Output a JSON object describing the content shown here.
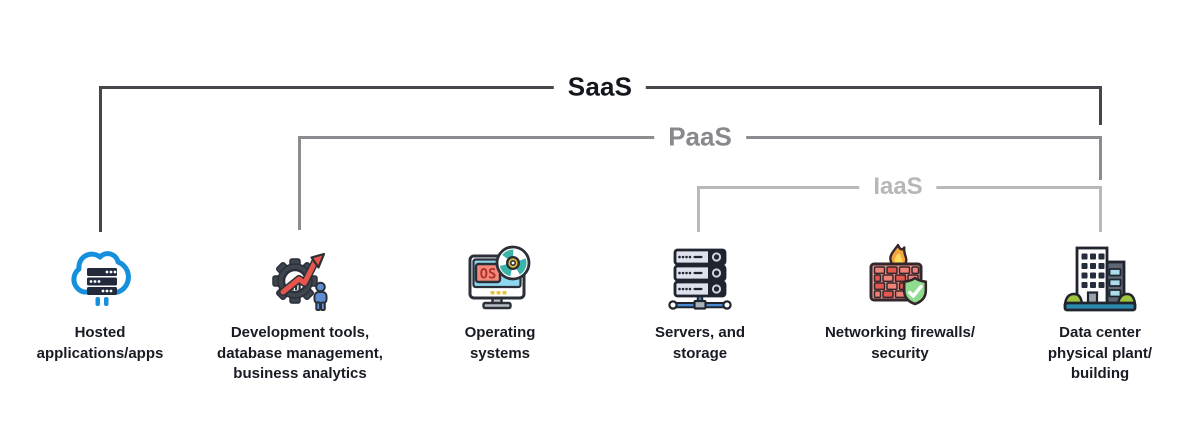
{
  "diagram": {
    "title_hidden": "",
    "brackets": [
      {
        "id": "saas",
        "label": "SaaS"
      },
      {
        "id": "paas",
        "label": "PaaS"
      },
      {
        "id": "iaas",
        "label": "IaaS"
      }
    ],
    "columns": [
      {
        "icon": "cloud-hosted-apps-icon",
        "label": "Hosted\napplications/apps"
      },
      {
        "icon": "development-tools-gear-icon",
        "label": "Development tools,\ndatabase management,\nbusiness analytics"
      },
      {
        "icon": "operating-system-monitor-icon",
        "label": "Operating\nsystems"
      },
      {
        "icon": "servers-storage-icon",
        "label": "Servers, and\nstorage"
      },
      {
        "icon": "firewall-security-icon",
        "label": "Networking firewalls/\nsecurity"
      },
      {
        "icon": "data-center-building-icon",
        "label": "Data center\nphysical plant/\nbuilding"
      }
    ],
    "os_screen_text": "OS"
  },
  "colors": {
    "background": "#ffffff",
    "saas_line": "#44474c",
    "saas_text": "#15171e",
    "paas_line": "#8a8c8f",
    "paas_text": "#87898c",
    "iaas_line": "#b7b9bb",
    "iaas_text": "#b5b7b9",
    "label_text": "#191b24",
    "cloud_blue": "#1590dd",
    "server_navy": "#222b3c",
    "arrow_red": "#e8554d",
    "person_blue": "#5f8fd0",
    "screen_blue": "#8ed7f0",
    "os_salmon": "#f2897b",
    "disc_teal": "#3cb4a8",
    "connector_blue": "#4a8ad4",
    "brick_light": "#ef8278",
    "brick_dark": "#e4574f",
    "flame_orange": "#f5a53f",
    "flame_yellow": "#ffd95e",
    "shield_green": "#8fdc8f",
    "bush_green": "#9ec43e",
    "base_teal": "#2a89ad"
  }
}
